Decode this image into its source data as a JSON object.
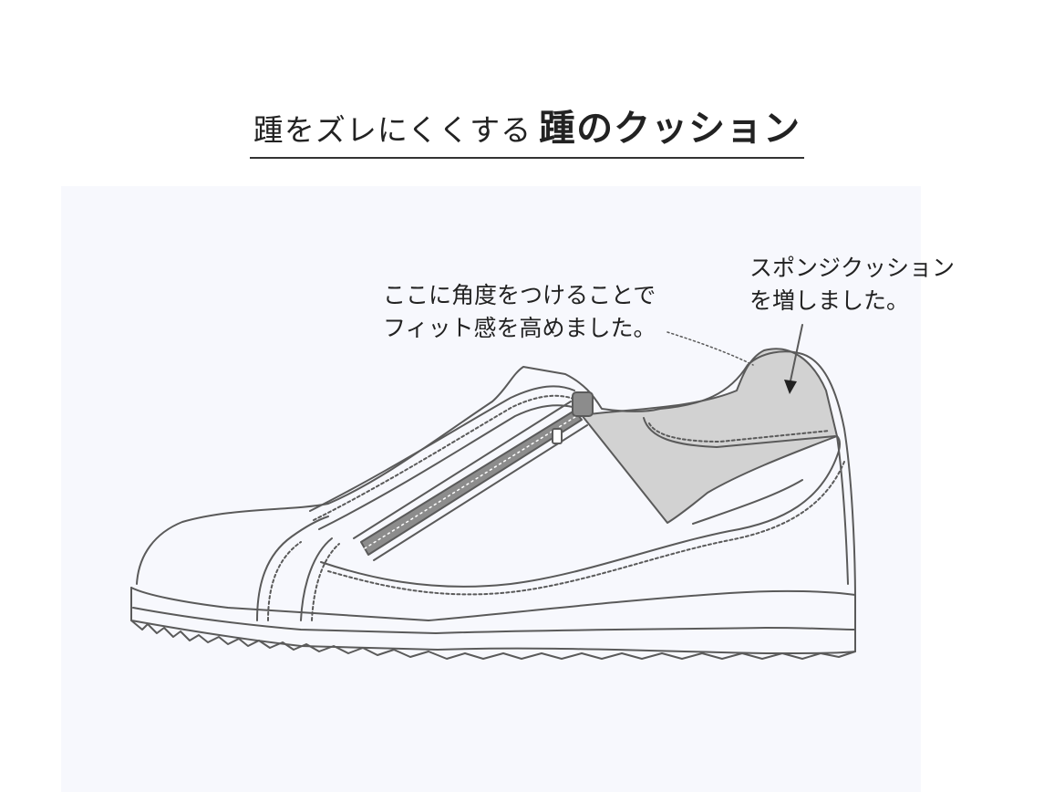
{
  "heading": {
    "subtitle": "踵をズレにくくする",
    "title": "踵のクッション"
  },
  "callouts": {
    "angle_line1": "ここに角度をつけることで",
    "angle_line2": "フィット感を高めました。",
    "sponge_line1": "スポンジクッション",
    "sponge_line2": "を増しました。"
  },
  "colors": {
    "panel_bg": "#f7f8fd",
    "outline": "#5a5a5a",
    "cushion_fill": "#d2d2d2",
    "zipper_fill": "#8c8c8c"
  }
}
